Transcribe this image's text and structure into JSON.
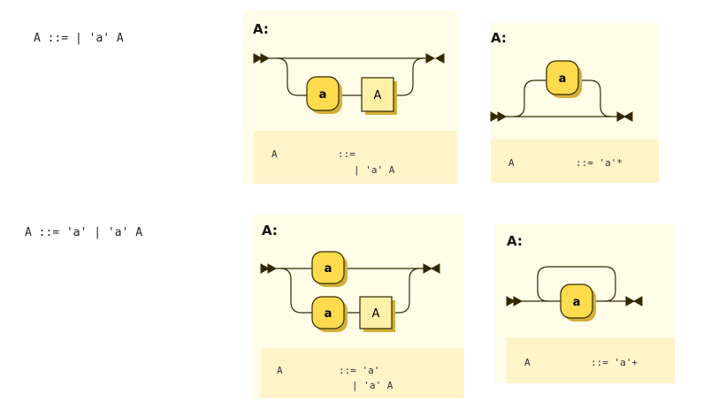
{
  "rows": [
    {
      "grammar_text": "A ::= | 'a' A",
      "diagram1": {
        "title": "A:",
        "terminal": "a",
        "nonterminal": "A",
        "ebnf_name": "A",
        "ebnf_line1": "::=",
        "ebnf_line2": "| 'a' A"
      },
      "diagram2": {
        "title": "A:",
        "terminal": "a",
        "ebnf_name": "A",
        "ebnf_rule": "::= 'a'*"
      }
    },
    {
      "grammar_text": "A ::= 'a' | 'a' A",
      "diagram1": {
        "title": "A:",
        "terminal_top": "a",
        "terminal_bottom": "a",
        "nonterminal": "A",
        "ebnf_name": "A",
        "ebnf_line1": "::= 'a'",
        "ebnf_line2": "| 'a' A"
      },
      "diagram2": {
        "title": "A:",
        "terminal": "a",
        "ebnf_name": "A",
        "ebnf_rule": "::= 'a'+"
      }
    }
  ],
  "colors": {
    "panel_bg": "#fffce8",
    "ebnf_bg": "#fff3c8",
    "terminal_fill": "#ffdb4d",
    "nonterminal_fill": "#fff0a8",
    "line": "#332900"
  }
}
